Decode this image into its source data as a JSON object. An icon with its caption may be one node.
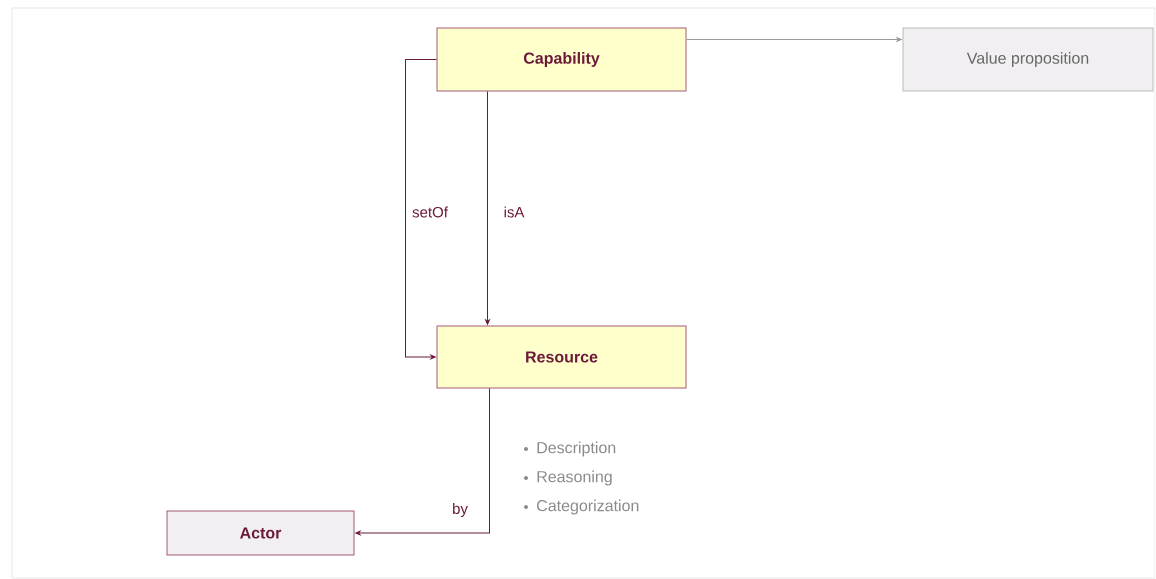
{
  "diagram": {
    "nodes": [
      {
        "text": [
          "Capability"
        ]
      },
      {
        "text": [
          "Value proposition"
        ]
      },
      {
        "text": [
          "Resource"
        ]
      },
      {
        "text": [
          "Actor"
        ]
      }
    ],
    "edges": [
      {
        "from": 0,
        "to": 1,
        "arrow": "to",
        "color": "#9a9a9a"
      },
      {
        "from": 0,
        "to": 2,
        "arrow": "to",
        "label": "isA"
      },
      {
        "from": 0,
        "to": 2,
        "arrow": "to",
        "label": "setOf"
      },
      {
        "from": 2,
        "to": 3,
        "arrow": "to",
        "label": "by"
      }
    ],
    "labels": [
      "Description",
      "Reasoning",
      "Categorization"
    ]
  }
}
